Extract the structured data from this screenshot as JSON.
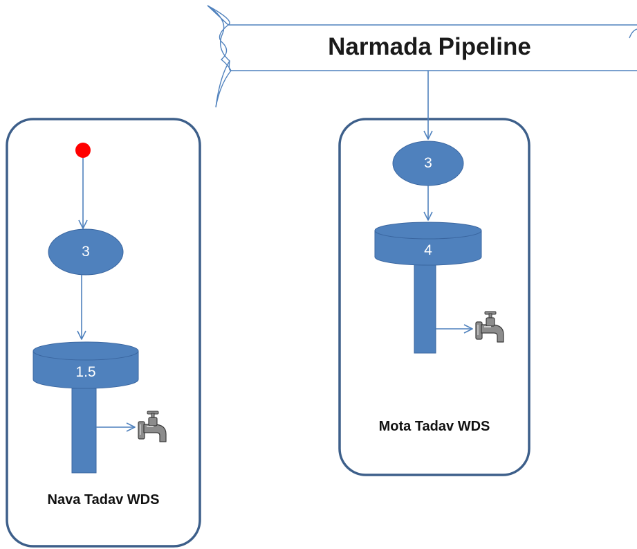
{
  "title": "Narmada Pipeline",
  "systems": [
    {
      "name": "Nava Tadav WDS",
      "pump_value": "3",
      "tank_value": "1.5"
    },
    {
      "name": "Mota Tadav WDS",
      "pump_value": "3",
      "tank_value": "4"
    }
  ],
  "colors": {
    "node_fill": "#4f81bd",
    "node_stroke": "#3a66a0",
    "flow_arrow": "#4f81bd",
    "container_border": "#3d5f8a",
    "source_node": "#ff0000",
    "tap_icon": "#7f7f7f"
  }
}
